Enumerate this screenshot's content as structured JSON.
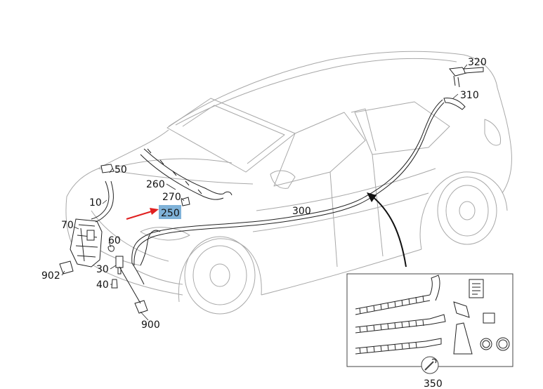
{
  "diagram": {
    "highlighted_part": "250",
    "colors": {
      "line": "#9a9a9a",
      "dark": "#222222",
      "pointer_arrow": "#e02020",
      "highlight": "#7fb2d8"
    },
    "labels": {
      "p10": "10",
      "p30": "30",
      "p40": "40",
      "p50": "50",
      "p60": "60",
      "p70": "70",
      "p250": "250",
      "p260": "260",
      "p270": "270",
      "p300": "300",
      "p310": "310",
      "p320": "320",
      "p350": "350",
      "p900": "900",
      "p902": "902"
    },
    "icons": [
      "wrench-icon",
      "instruction-sheet-icon"
    ]
  }
}
